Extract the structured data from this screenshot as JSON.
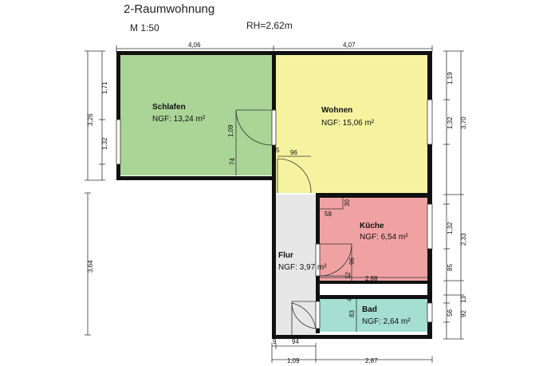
{
  "plan": {
    "title": "2-Raumwohnung",
    "scale": "M 1:50",
    "room_height": "RH=2,62m"
  },
  "colors": {
    "schlafen": "#abd497",
    "wohnen": "#f5f39f",
    "kueche": "#f0a2a3",
    "bad": "#a4dfd1",
    "flur": "#e7e7e7",
    "walls": "#111111"
  },
  "rooms": {
    "schlafen": {
      "name": "Schlafen",
      "area": "NGF: 13,24 m²"
    },
    "wohnen": {
      "name": "Wohnen",
      "area": "NGF: 15,06 m²"
    },
    "kueche": {
      "name": "Küche",
      "area": "NGF: 6,54 m²"
    },
    "flur": {
      "name": "Flur",
      "area": "NGF: 3,97 m²"
    },
    "bad": {
      "name": "Bad",
      "area": "NGF: 2,64 m²"
    }
  },
  "dimensions": {
    "top": [
      "4,06",
      "4,07"
    ],
    "left": [
      "1,71",
      "3,26",
      "1,32",
      "3,64"
    ],
    "right": [
      "1,19",
      "1,32",
      "3,70",
      "1,32",
      "2,33",
      "85",
      "13",
      "56",
      "92"
    ],
    "bottom": [
      "9",
      "94",
      "1,09",
      "2,87"
    ],
    "interior": [
      "1,09",
      "74",
      "5",
      "96",
      "30",
      "58",
      "96",
      "12",
      "2,88",
      "4",
      "83"
    ]
  }
}
